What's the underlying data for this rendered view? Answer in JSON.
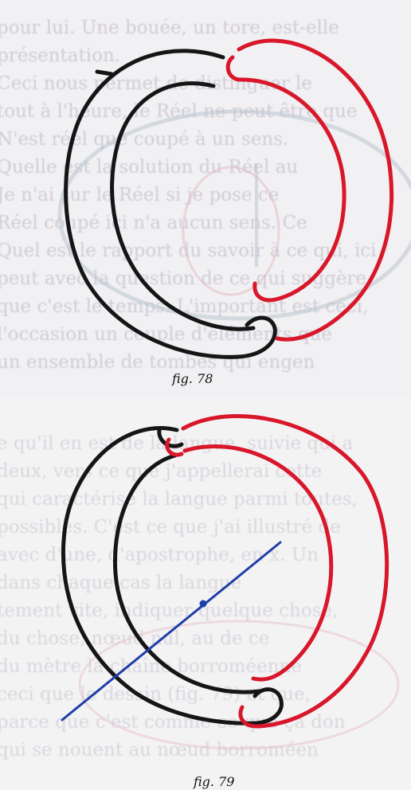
{
  "top_panel": {
    "caption": "fig. 78",
    "bleed_text": [
      "pour lui. Une bouée, un tore, est-elle",
      "présentation.",
      "Ceci nous permet de distinguer le",
      "tout à l'heure, le Réel ne peut être que",
      "N'est réel que coupé à un sens.",
      "",
      "Quelle est la solution du Réel au",
      "Je n'ai sur le Réel si je pose ce",
      "Réel coupé ici n'a aucun sens. Ce",
      "Quel est le rapport du savoir à ce qui, ici",
      "peut avec la question de ce qui suggère",
      "que c'est le temps. L'important est ceci,",
      "l'occasion un couple d'éléments que",
      "un ensemble de tombes qui engen"
    ]
  },
  "bottom_panel": {
    "caption": "fig. 79",
    "bleed_text": [
      "e qu'il en est de la langue, suivie qui a",
      "deux, vers ce que j'appellerai cette",
      "qui caractérise la langue parmi toutes,",
      "possibles. C'est ce que j'ai illustré de",
      "avec d'une, d'apostrophe, en x. Un",
      "dans chaque cas la langue",
      "",
      "tement vite, indiquer quelque chose,",
      "du chose, nœud nul, au de ce",
      "du mètre la chaîne borroméenne",
      "ceci que le dessin (fig. 79) et que,",
      "parce que c'est comme ce que ça don",
      "qui se nouent au nœud borroméen"
    ]
  },
  "colors": {
    "black_strand": "#151515",
    "red_strand": "#d8172b",
    "blue_line": "#1d3fa8",
    "bleed_text": "#b9b0c4"
  }
}
